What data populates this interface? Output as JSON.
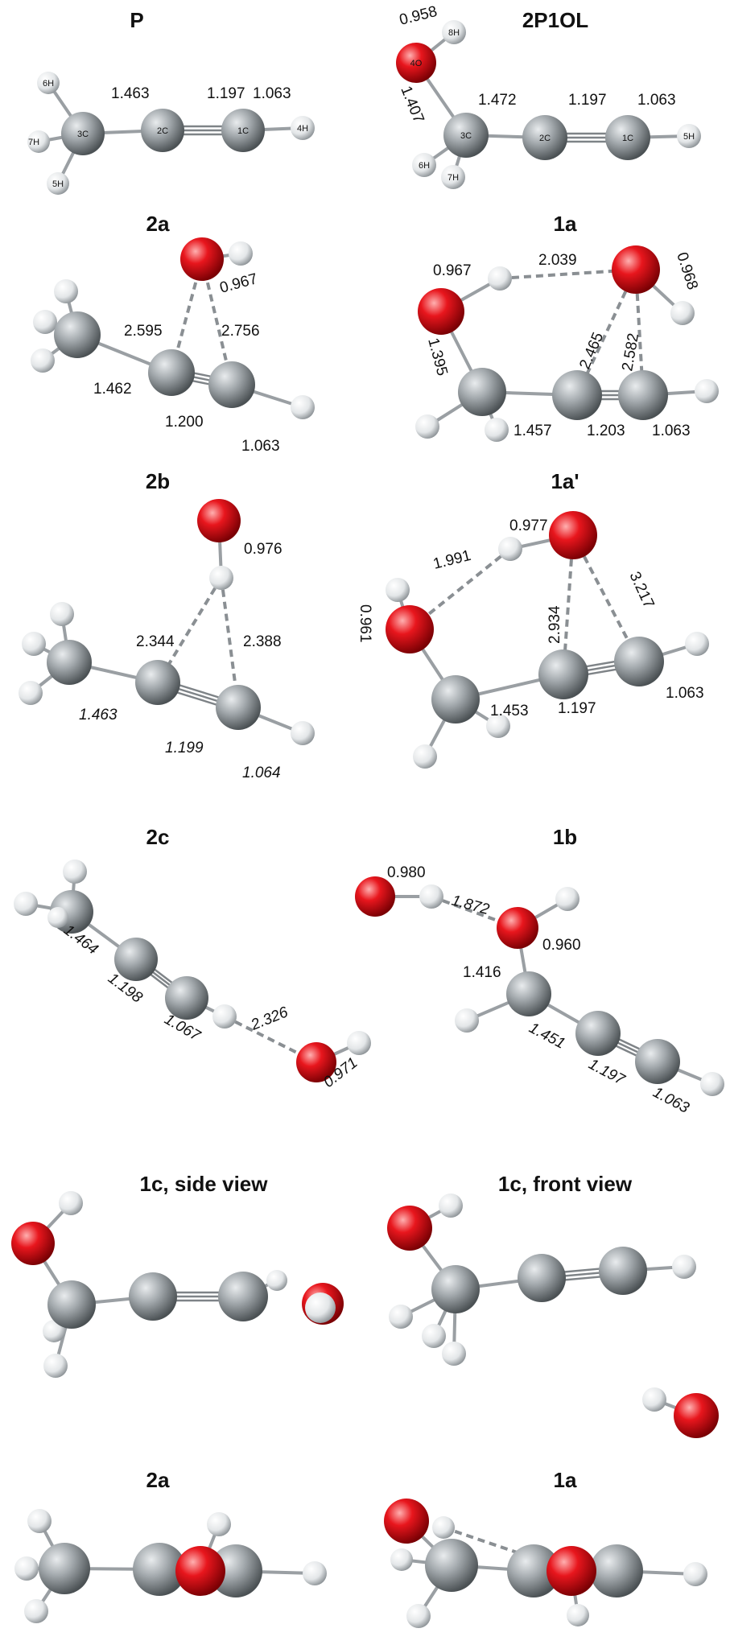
{
  "panels": {
    "P": {
      "title": "P",
      "atoms": {
        "a6H": "6H",
        "a3C": "3C",
        "a7H": "7H",
        "a5H": "5H",
        "a2C": "2C",
        "a1C": "1C",
        "a4H": "4H"
      },
      "values": [
        "1.463",
        "1.197",
        "1.063"
      ]
    },
    "2P1OL": {
      "title": "2P1OL",
      "atoms": {
        "a8H": "8H",
        "a4O": "4O",
        "a3C": "3C",
        "a6H": "6H",
        "a7H": "7H",
        "a2C": "2C",
        "a1C": "1C",
        "a5H": "5H"
      },
      "values": [
        "0.958",
        "1.407",
        "1.472",
        "1.197",
        "1.063"
      ]
    },
    "2a": {
      "title": "2a",
      "values": [
        "0.967",
        "2.595",
        "2.756",
        "1.462",
        "1.200",
        "1.063"
      ]
    },
    "1a": {
      "title": "1a",
      "values": [
        "0.967",
        "2.039",
        "0.968",
        "1.395",
        "2.465",
        "2.582",
        "1.457",
        "1.203",
        "1.063"
      ]
    },
    "2b": {
      "title": "2b",
      "values": [
        "0.976",
        "2.344",
        "2.388",
        "1.463",
        "1.199",
        "1.064"
      ]
    },
    "1a_prime": {
      "title": "1a'",
      "values": [
        "0.977",
        "1.991",
        "0.961",
        "2.934",
        "3.217",
        "1.453",
        "1.197",
        "1.063"
      ]
    },
    "2c": {
      "title": "2c",
      "values": [
        "1.464",
        "1.198",
        "1.067",
        "2.326",
        "0.971"
      ]
    },
    "1b": {
      "title": "1b",
      "values": [
        "0.980",
        "1.872",
        "0.960",
        "1.416",
        "1.451",
        "1.197",
        "1.063"
      ]
    },
    "1c_side": {
      "title": "1c, side view"
    },
    "1c_front": {
      "title": "1c, front view"
    },
    "2a_view2": {
      "title": "2a"
    },
    "1a_view2": {
      "title": "1a"
    }
  },
  "colors": {
    "carbon": "#8f969b",
    "oxygen": "#e0141c",
    "hydrogen": "#eef0f2",
    "bond": "#9a9fa3"
  }
}
